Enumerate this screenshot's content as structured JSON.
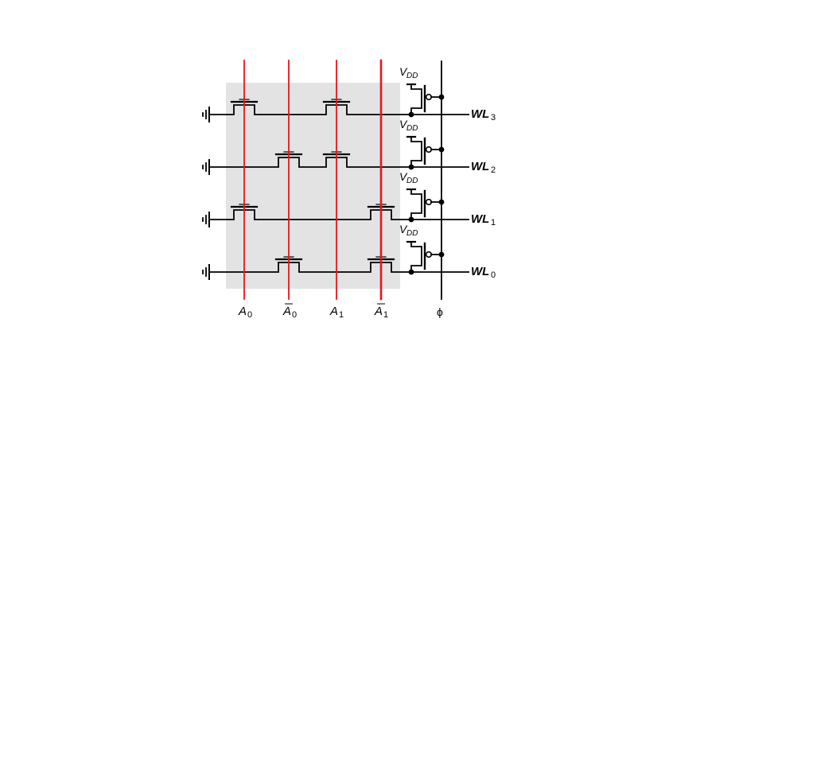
{
  "diagram": {
    "address_lines": [
      {
        "letter": "A",
        "sub": "0",
        "bar": false
      },
      {
        "letter": "A",
        "sub": "0",
        "bar": true
      },
      {
        "letter": "A",
        "sub": "1",
        "bar": false
      },
      {
        "letter": "A",
        "sub": "1",
        "bar": true
      }
    ],
    "word_lines": [
      {
        "prefix": "WL",
        "sub": "3"
      },
      {
        "prefix": "WL",
        "sub": "2"
      },
      {
        "prefix": "WL",
        "sub": "1"
      },
      {
        "prefix": "WL",
        "sub": "0"
      }
    ],
    "vdd_labels": [
      {
        "main": "V",
        "sub": "DD"
      },
      {
        "main": "V",
        "sub": "DD"
      },
      {
        "main": "V",
        "sub": "DD"
      },
      {
        "main": "V",
        "sub": "DD"
      }
    ],
    "clock_label": "ϕ",
    "transistor_map": [
      [
        true,
        false,
        true,
        false
      ],
      [
        false,
        true,
        true,
        false
      ],
      [
        true,
        false,
        false,
        true
      ],
      [
        false,
        true,
        false,
        true
      ]
    ],
    "colors": {
      "address_line": "#e8141b",
      "wire": "#000000",
      "shade": "#e3e3e3"
    }
  }
}
